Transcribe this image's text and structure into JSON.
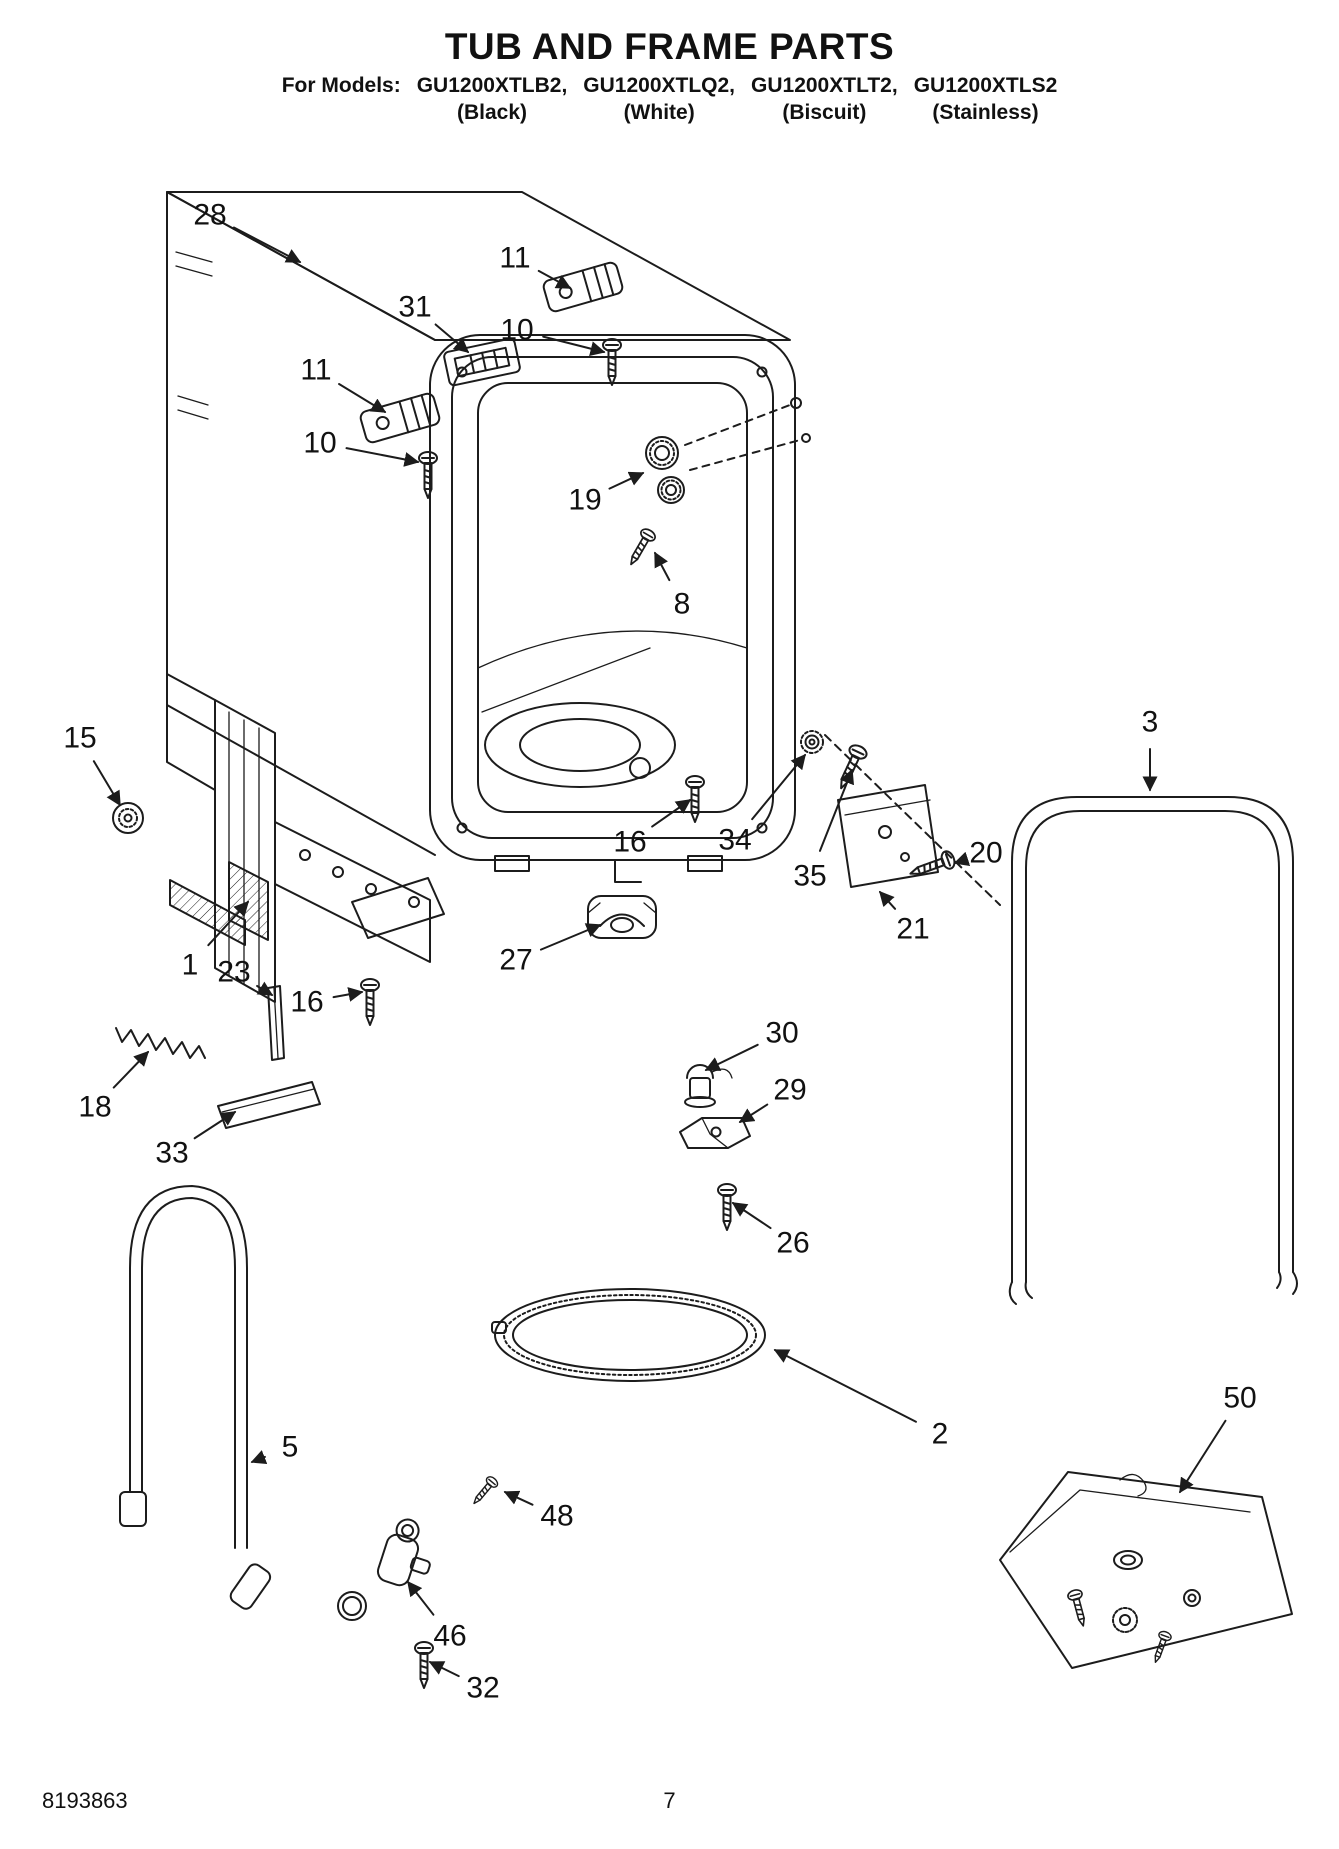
{
  "header": {
    "title": "TUB AND FRAME PARTS",
    "models_prefix": "For Models:",
    "models": [
      {
        "name": "GU1200XTLB2,",
        "color": "(Black)"
      },
      {
        "name": "GU1200XTLQ2,",
        "color": "(White)"
      },
      {
        "name": "GU1200XTLT2,",
        "color": "(Biscuit)"
      },
      {
        "name": "GU1200XTLS2",
        "color": "(Stainless)"
      }
    ]
  },
  "footer": {
    "doc_number": "8193863",
    "page_number": "7"
  },
  "diagram": {
    "ink_color": "#1c1c1c",
    "callouts": [
      {
        "number": "28",
        "label": [
          210,
          215
        ],
        "target": [
          300,
          262
        ]
      },
      {
        "number": "11",
        "label": [
          515,
          258
        ],
        "target": [
          570,
          288
        ]
      },
      {
        "number": "31",
        "label": [
          415,
          307
        ],
        "target": [
          468,
          352
        ]
      },
      {
        "number": "10",
        "label": [
          517,
          330
        ],
        "target": [
          604,
          352
        ]
      },
      {
        "number": "11",
        "label": [
          316,
          370
        ],
        "target": [
          385,
          412
        ]
      },
      {
        "number": "10",
        "label": [
          320,
          443
        ],
        "target": [
          418,
          462
        ]
      },
      {
        "number": "19",
        "label": [
          585,
          500
        ],
        "target": [
          643,
          473
        ]
      },
      {
        "number": "8",
        "label": [
          682,
          604
        ],
        "target": [
          655,
          553
        ]
      },
      {
        "number": "15",
        "label": [
          80,
          738
        ],
        "target": [
          120,
          805
        ]
      },
      {
        "number": "16",
        "label": [
          630,
          842
        ],
        "target": [
          690,
          800
        ]
      },
      {
        "number": "34",
        "label": [
          735,
          840
        ],
        "target": [
          805,
          755
        ]
      },
      {
        "number": "35",
        "label": [
          810,
          876
        ],
        "target": [
          852,
          770
        ]
      },
      {
        "number": "20",
        "label": [
          986,
          853
        ],
        "target": [
          955,
          863
        ]
      },
      {
        "number": "21",
        "label": [
          913,
          929
        ],
        "target": [
          880,
          892
        ]
      },
      {
        "number": "3",
        "label": [
          1150,
          722
        ],
        "target": [
          1150,
          790
        ]
      },
      {
        "number": "1",
        "label": [
          190,
          965
        ],
        "target": [
          248,
          902
        ]
      },
      {
        "number": "23",
        "label": [
          234,
          972
        ],
        "target": [
          272,
          995
        ]
      },
      {
        "number": "16",
        "label": [
          307,
          1002
        ],
        "target": [
          362,
          992
        ]
      },
      {
        "number": "27",
        "label": [
          516,
          960
        ],
        "target": [
          600,
          925
        ]
      },
      {
        "number": "18",
        "label": [
          95,
          1107
        ],
        "target": [
          148,
          1052
        ]
      },
      {
        "number": "33",
        "label": [
          172,
          1153
        ],
        "target": [
          235,
          1112
        ]
      },
      {
        "number": "30",
        "label": [
          782,
          1033
        ],
        "target": [
          706,
          1070
        ]
      },
      {
        "number": "29",
        "label": [
          790,
          1090
        ],
        "target": [
          740,
          1122
        ]
      },
      {
        "number": "26",
        "label": [
          793,
          1243
        ],
        "target": [
          733,
          1203
        ]
      },
      {
        "number": "5",
        "label": [
          290,
          1447
        ],
        "target": [
          252,
          1462
        ]
      },
      {
        "number": "2",
        "label": [
          940,
          1434
        ],
        "target": [
          775,
          1350
        ]
      },
      {
        "number": "50",
        "label": [
          1240,
          1398
        ],
        "target": [
          1180,
          1492
        ]
      },
      {
        "number": "48",
        "label": [
          557,
          1516
        ],
        "target": [
          505,
          1492
        ]
      },
      {
        "number": "46",
        "label": [
          450,
          1636
        ],
        "target": [
          408,
          1582
        ]
      },
      {
        "number": "32",
        "label": [
          483,
          1688
        ],
        "target": [
          430,
          1662
        ]
      }
    ]
  }
}
